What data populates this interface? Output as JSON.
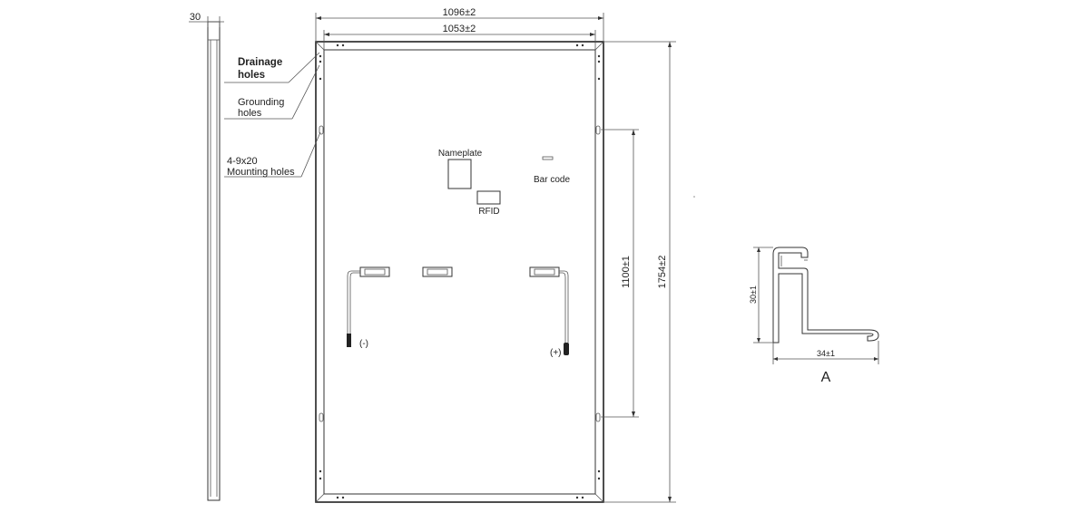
{
  "side_view": {
    "thickness_label": "30"
  },
  "front_view": {
    "width_outer_label": "1096±2",
    "width_inner_label": "1053±2",
    "height_label": "1754±2",
    "mount_spacing_label": "1100±1",
    "callouts": {
      "drainage_line1": "Drainage",
      "drainage_line2": "holes",
      "grounding_line1": "Grounding",
      "grounding_line2": "holes",
      "mounting_line1": "4-9x20",
      "mounting_line2": "Mounting holes"
    },
    "nameplate_label": "Nameplate",
    "barcode_label": "Bar code",
    "rfid_label": "RFID",
    "negative_label": "(-)",
    "positive_label": "(+)"
  },
  "section_view": {
    "height_label": "30±1",
    "width_label": "34±1",
    "section_label": "A"
  }
}
